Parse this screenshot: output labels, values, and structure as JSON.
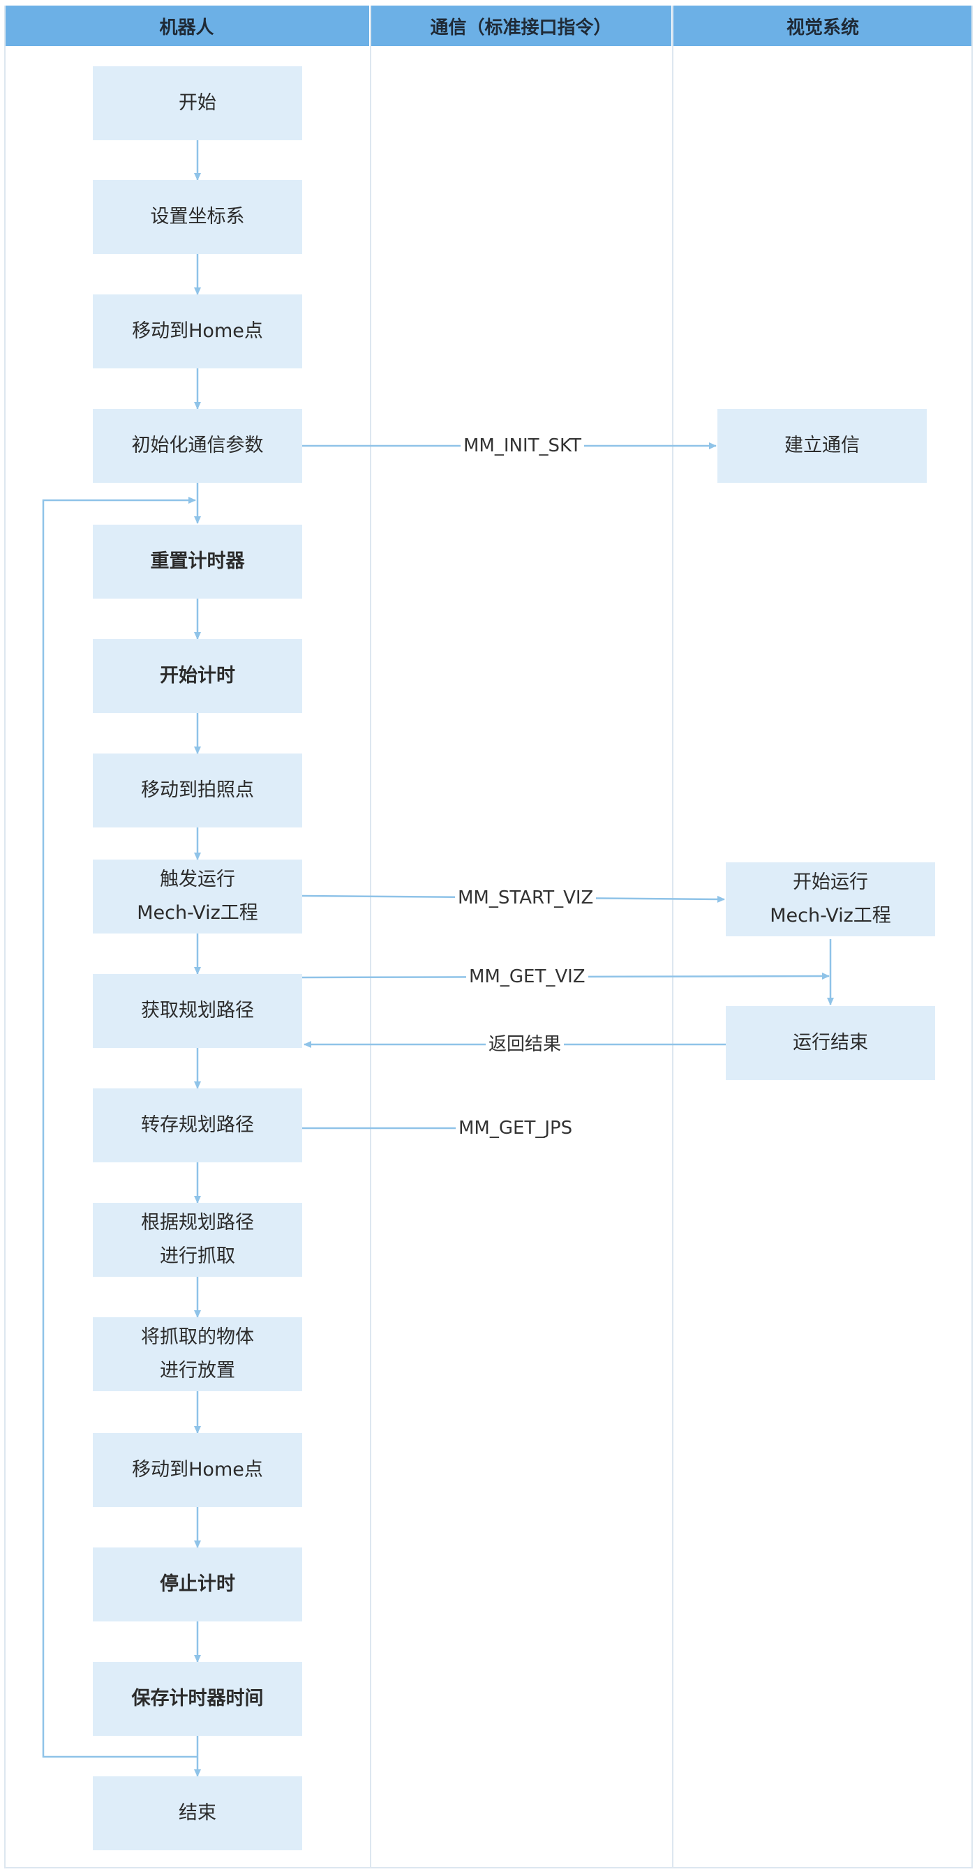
{
  "lanes": [
    {
      "title": "机器人"
    },
    {
      "title": "通信（标准接口指令）"
    },
    {
      "title": "视觉系统"
    }
  ],
  "nodes": [
    {
      "id": "start",
      "label": "开始"
    },
    {
      "id": "set-coord",
      "label": "设置坐标系"
    },
    {
      "id": "move-home-1",
      "label": "移动到Home点"
    },
    {
      "id": "init-comm",
      "label": "初始化通信参数"
    },
    {
      "id": "reset-timer",
      "label": "重置计时器"
    },
    {
      "id": "start-timer",
      "label": "开始计时"
    },
    {
      "id": "move-photo",
      "label": "移动到拍照点"
    },
    {
      "id": "trigger-viz",
      "label": "触发运行\nMech-Viz工程"
    },
    {
      "id": "get-path",
      "label": "获取规划路径"
    },
    {
      "id": "save-path",
      "label": "转存规划路径"
    },
    {
      "id": "pick",
      "label": "根据规划路径\n进行抓取"
    },
    {
      "id": "place",
      "label": "将抓取的物体\n进行放置"
    },
    {
      "id": "move-home-2",
      "label": "移动到Home点"
    },
    {
      "id": "stop-timer",
      "label": "停止计时"
    },
    {
      "id": "save-timer",
      "label": "保存计时器时间"
    },
    {
      "id": "end",
      "label": "结束"
    },
    {
      "id": "establish-comm",
      "label": "建立通信"
    },
    {
      "id": "start-viz",
      "label": "开始运行\nMech-Viz工程"
    },
    {
      "id": "run-end",
      "label": "运行结束"
    }
  ],
  "messages": [
    {
      "id": "init-skt",
      "label": "MM_INIT_SKT"
    },
    {
      "id": "start-viz-msg",
      "label": "MM_START_VIZ"
    },
    {
      "id": "get-viz",
      "label": "MM_GET_VIZ"
    },
    {
      "id": "return-result",
      "label": "返回结果"
    },
    {
      "id": "get-jps",
      "label": "MM_GET_JPS"
    }
  ]
}
